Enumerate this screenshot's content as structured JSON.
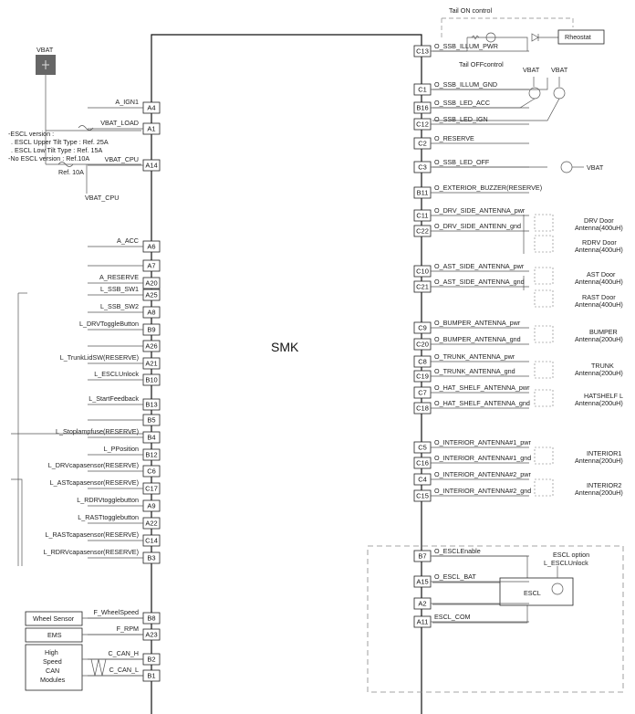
{
  "module": {
    "name": "SMK"
  },
  "vbat": "VBAT",
  "vbat_cpu": "VBAT_CPU",
  "escl_notes": {
    "l1": "-ESCL version :",
    "l2": ". ESCL Upper Tilt Type : Ref. 25A",
    "l3": ". ESCL Low Tilt Type : Ref. 15A",
    "l4": "-No  ESCL version : Ref.10A",
    "l5": "Ref. 10A"
  },
  "left_pins": [
    {
      "pin": "A4",
      "signal": "A_IGN1"
    },
    {
      "pin": "A1",
      "signal": "VBAT_LOAD"
    },
    {
      "pin": "A14",
      "signal": "VBAT_CPU"
    },
    {
      "pin": "A6",
      "signal": "A_ACC"
    },
    {
      "pin": "A7",
      "signal": ""
    },
    {
      "pin": "A20",
      "signal": "A_RESERVE"
    },
    {
      "pin": "A25",
      "signal": "L_SSB_SW1"
    },
    {
      "pin": "A8",
      "signal": "L_SSB_SW2"
    },
    {
      "pin": "B9",
      "signal": "L_DRVToggleButton"
    },
    {
      "pin": "A26",
      "signal": ""
    },
    {
      "pin": "A21",
      "signal": "L_TrunkLidSW(RESERVE)"
    },
    {
      "pin": "B10",
      "signal": "L_ESCLUnlock"
    },
    {
      "pin": "B13",
      "signal": "L_StartFeedback"
    },
    {
      "pin": "B5",
      "signal": ""
    },
    {
      "pin": "B4",
      "signal": "L_Stoplampfuse(RESERVE)"
    },
    {
      "pin": "B12",
      "signal": "L_PPosition"
    },
    {
      "pin": "C6",
      "signal": "L_DRVcapasensor(RESERVE)"
    },
    {
      "pin": "C17",
      "signal": "L_ASTcapasensor(RESERVE)"
    },
    {
      "pin": "A9",
      "signal": "L_RDRVtogglebutton"
    },
    {
      "pin": "A22",
      "signal": "L_RASTtogglebutton"
    },
    {
      "pin": "C14",
      "signal": "L_RASTcapasensor(RESERVE)"
    },
    {
      "pin": "B3",
      "signal": "L_RDRVcapasensor(RESERVE)"
    },
    {
      "pin": "B8",
      "signal": "F_WheelSpeed"
    },
    {
      "pin": "A23",
      "signal": "F_RPM"
    },
    {
      "pin": "B2",
      "signal": "C_CAN_H"
    },
    {
      "pin": "B1",
      "signal": "C_CAN_L"
    }
  ],
  "right_pins": [
    {
      "pin": "C13",
      "signal": "O_SSB_ILLUM_PWR"
    },
    {
      "pin": "C1",
      "signal": "O_SSB_ILLUM_GND"
    },
    {
      "pin": "B16",
      "signal": "O_SSB_LED_ACC"
    },
    {
      "pin": "C12",
      "signal": "O_SSB_LED_IGN"
    },
    {
      "pin": "C2",
      "signal": "O_RESERVE"
    },
    {
      "pin": "C3",
      "signal": "O_SSB_LED_OFF"
    },
    {
      "pin": "B11",
      "signal": "O_EXTERIOR_BUZZER(RESERVE)"
    },
    {
      "pin": "C11",
      "signal": "O_DRV_SIDE_ANTENNA_pwr"
    },
    {
      "pin": "C22",
      "signal": "O_DRV_SIDE_ANTENN_gnd"
    },
    {
      "pin": "C10",
      "signal": "O_AST_SIDE_ANTENNA_pwr"
    },
    {
      "pin": "C21",
      "signal": "O_AST_SIDE_ANTENNA_gnd"
    },
    {
      "pin": "C9",
      "signal": "O_BUMPER_ANTENNA_pwr"
    },
    {
      "pin": "C20",
      "signal": "O_BUMPER_ANTENNA_gnd"
    },
    {
      "pin": "C8",
      "signal": "O_TRUNK_ANTENNA_pwr"
    },
    {
      "pin": "C19",
      "signal": "O_TRUNK_ANTENNA_gnd"
    },
    {
      "pin": "C7",
      "signal": "O_HAT_SHELF_ANTENNA_pwr"
    },
    {
      "pin": "C18",
      "signal": "O_HAT_SHELF_ANTENNA_gnd"
    },
    {
      "pin": "C5",
      "signal": "O_INTERIOR_ANTENNA#1_pwr"
    },
    {
      "pin": "C16",
      "signal": "O_INTERIOR_ANTENNA#1_gnd"
    },
    {
      "pin": "C4",
      "signal": "O_INTERIOR_ANTENNA#2_pwr"
    },
    {
      "pin": "C15",
      "signal": "O_INTERIOR_ANTENNA#2_gnd"
    },
    {
      "pin": "B7",
      "signal": "O_ESCLEnable"
    },
    {
      "pin": "A15",
      "signal": "O_ESCL_BAT"
    },
    {
      "pin": "A2",
      "signal": ""
    },
    {
      "pin": "A11",
      "signal": "ESCL_COM"
    }
  ],
  "tail": {
    "on": "Tail ON control",
    "off": "Tail OFFcontrol",
    "rheostat": "Rheostat"
  },
  "antennas": [
    {
      "l1": "DRV Door",
      "l2": "Antenna(400uH)"
    },
    {
      "l1": "RDRV Door",
      "l2": "Antenna(400uH)"
    },
    {
      "l1": "AST Door",
      "l2": "Antenna(400uH)"
    },
    {
      "l1": "RAST Door",
      "l2": "Antenna(400uH)"
    },
    {
      "l1": "BUMPER",
      "l2": "Antenna(200uH)"
    },
    {
      "l1": "TRUNK",
      "l2": "Antenna(200uH)"
    },
    {
      "l1": "HATSHELF L",
      "l2": "Antenna(200uH)"
    },
    {
      "l1": "INTERIOR1",
      "l2": "Antenna(200uH)"
    },
    {
      "l1": "INTERIOR2",
      "l2": "Antenna(200uH)"
    }
  ],
  "escl": {
    "option": "ESCL option",
    "name": "ESCL",
    "unlock": "L_ESCLUnlock"
  },
  "ext": {
    "wheel": "Wheel Sensor",
    "ems": "EMS",
    "can1": "High",
    "can2": "Speed",
    "can3": "CAN",
    "can4": "Modules"
  }
}
